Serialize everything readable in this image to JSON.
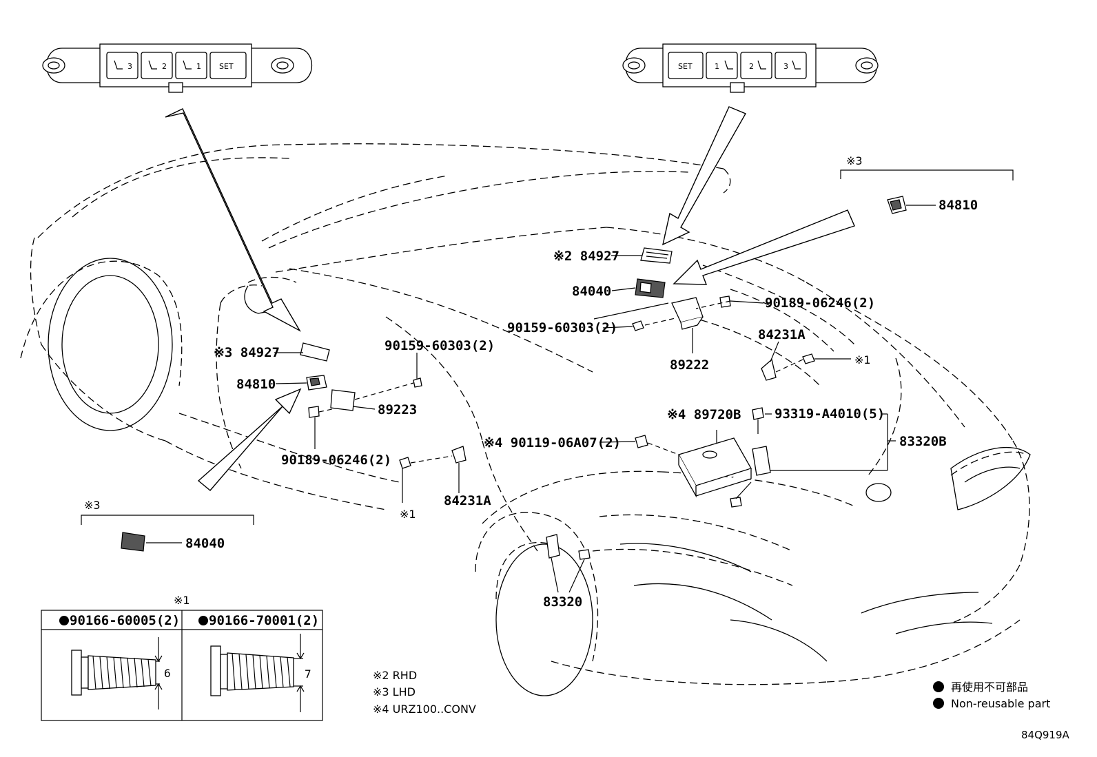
{
  "switch_left": {
    "keys": [
      "3",
      "2",
      "1",
      "SET"
    ]
  },
  "switch_right": {
    "keys": [
      "SET",
      "1",
      "2",
      "3"
    ]
  },
  "labels": {
    "p84927_top": "※2 84927",
    "p84040_top": "84040",
    "p90189_top": "90189-06246(2)",
    "p90159_top": "90159-60303(2)",
    "p84231A_top": "84231A",
    "p89222": "89222",
    "p1_top": "※1",
    "p84927_left": "※3 84927",
    "p84810_left": "84810",
    "p90159_left": "90159-60303(2)",
    "p89223": "89223",
    "p90189_left": "90189-06246(2)",
    "p89720B": "※4 89720B",
    "p93319": "93319-A4010(5)",
    "p83320B": "83320B",
    "p90119": "※4 90119-06A07(2)",
    "p84231A_left": "84231A",
    "p1_left": "※1",
    "p83320": "83320",
    "p84040_box": "84040",
    "p84810_box": "84810"
  },
  "brackets": {
    "left_mark": "※3",
    "right_mark": "※3"
  },
  "bolt_table": {
    "title": "※1",
    "columns": [
      {
        "part": "90166-60005(2)",
        "dimension": "6"
      },
      {
        "part": "90166-70001(2)",
        "dimension": "7"
      }
    ]
  },
  "notes": [
    "※2 RHD",
    "※3 LHD",
    "※4 URZ100..CONV"
  ],
  "legend": [
    "再使用不可部品",
    "Non-reusable part"
  ],
  "diagram_code": "84Q919A"
}
